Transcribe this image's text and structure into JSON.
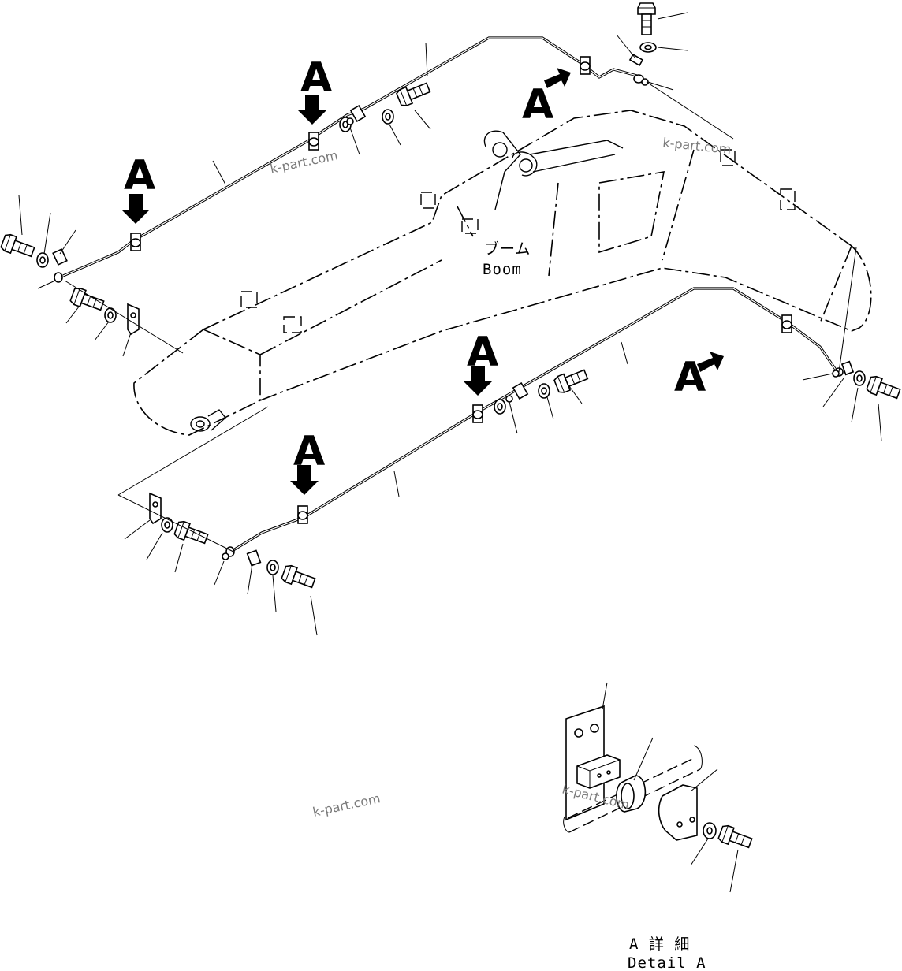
{
  "diagram": {
    "marker_letter": "A",
    "boom_label_jp": "ブーム",
    "boom_label_en": "Boom",
    "detail_label_jp": "A 詳 細",
    "detail_label_en": "Detail A",
    "watermark": "k-part.com"
  }
}
